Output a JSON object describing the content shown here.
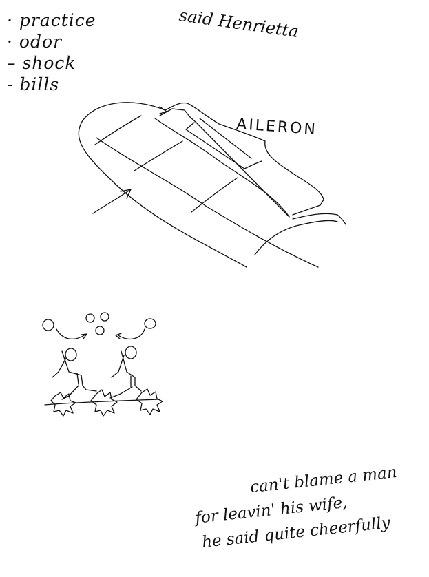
{
  "notes": {
    "todo": [
      "· practice",
      "· odor",
      "– shock",
      "- bills"
    ],
    "speaker": "said Henrietta"
  },
  "wing_sketch": {
    "label": "AILERON",
    "icon": "wing-aileron-sketch"
  },
  "molecule_sketch": {
    "icon": "adsorption-diagram-sketch"
  },
  "quote": {
    "lines": [
      "can't blame a man",
      "for leavin' his wife,",
      "he said quite cheerfully"
    ]
  },
  "colors": {
    "ink": "#111111",
    "paper": "#ffffff"
  }
}
